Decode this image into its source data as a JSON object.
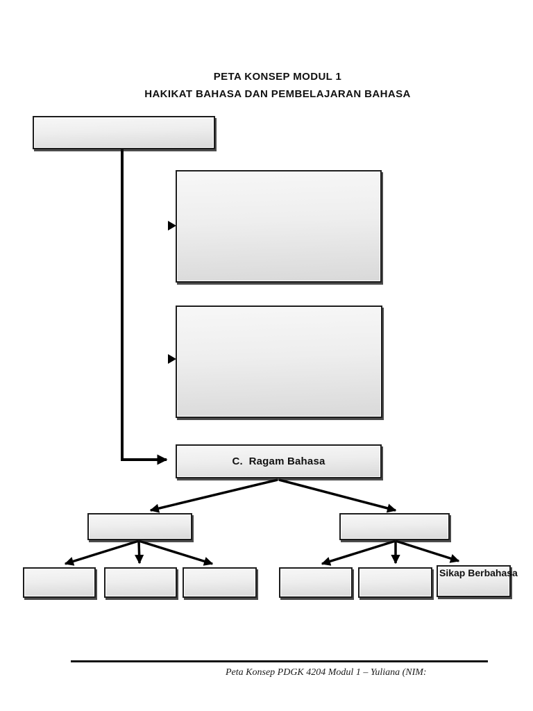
{
  "header": {
    "title_line1": "PETA KONSEP MODUL 1",
    "title_line2": "HAKIKAT BAHASA DAN PEMBELAJARAN BAHASA"
  },
  "diagram": {
    "root_box": {
      "label": ""
    },
    "branch_boxes": [
      {
        "label": ""
      },
      {
        "label": ""
      }
    ],
    "ragam_box": {
      "label": "C.  Ragam Bahasa"
    },
    "mid_boxes": [
      {
        "label": ""
      },
      {
        "label": ""
      }
    ],
    "leaf_boxes": [
      {
        "label": ""
      },
      {
        "label": ""
      },
      {
        "label": ""
      },
      {
        "label": ""
      },
      {
        "label": ""
      },
      {
        "label": "Sikap Berbahasa"
      }
    ]
  },
  "footer": {
    "credit_text": "Peta Konsep PDGK 4204 Modul 1 – Yuliana (NIM:"
  },
  "colors": {
    "page_background": "#ffffff",
    "box_border": "#1c1c1c",
    "box_fill_light": "#f7f7f7",
    "box_fill_dark": "#d9d9d9",
    "connector": "#000000",
    "text": "#111111"
  }
}
